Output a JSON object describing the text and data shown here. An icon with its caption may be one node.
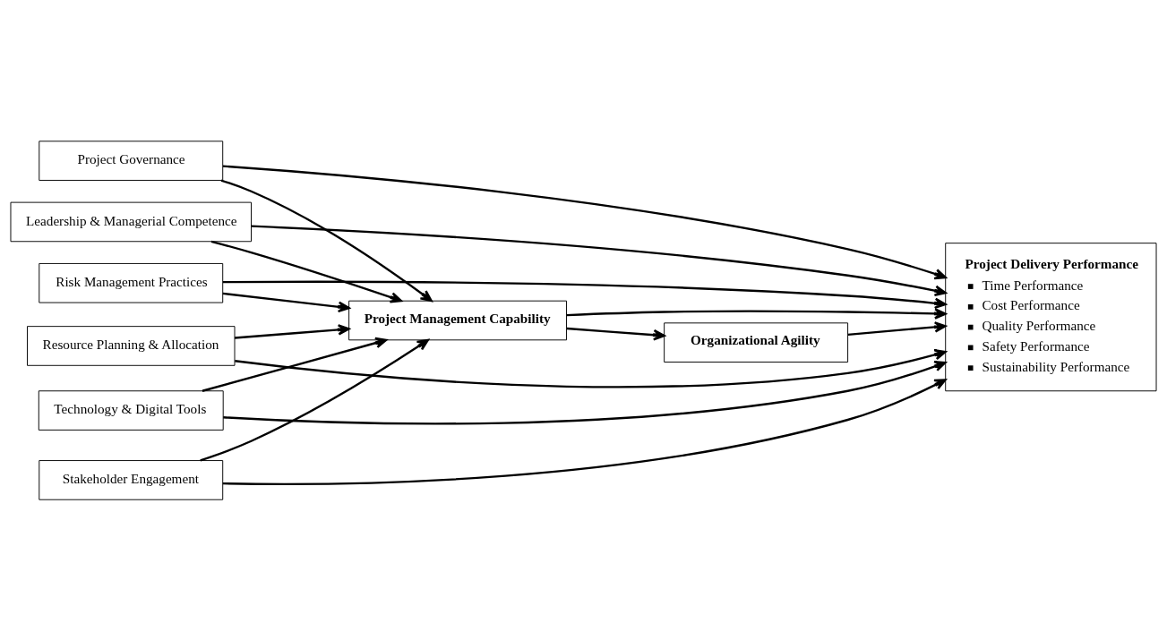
{
  "diagram": {
    "nodes": [
      {
        "text": [
          "Project Governance"
        ]
      },
      {
        "text": [
          "Leadership & Managerial Competence"
        ]
      },
      {
        "text": [
          "Risk Management Practices"
        ]
      },
      {
        "text": [
          "Resource Planning & Allocation"
        ]
      },
      {
        "text": [
          "Technology & Digital Tools"
        ]
      },
      {
        "text": [
          "Stakeholder Engagement"
        ]
      },
      {
        "text": [
          "Project Management Capability"
        ]
      },
      {
        "text": [
          "Project Delivery Performance",
          "Time Performance",
          "Cost Performance",
          "Quality Performance",
          "Safety Performance",
          "Sustainability Performance"
        ]
      },
      {
        "text": [
          "Organizational Agility"
        ]
      }
    ],
    "edges": [
      {
        "from": 0,
        "to": 6,
        "arrow": "to"
      },
      {
        "from": 0,
        "to": 7,
        "arrow": "to"
      },
      {
        "from": 1,
        "to": 6,
        "arrow": "to"
      },
      {
        "from": 1,
        "to": 7,
        "arrow": "to"
      },
      {
        "from": 2,
        "to": 6,
        "arrow": "to"
      },
      {
        "from": 2,
        "to": 7,
        "arrow": "to"
      },
      {
        "from": 3,
        "to": 6,
        "arrow": "to"
      },
      {
        "from": 3,
        "to": 7,
        "arrow": "to"
      },
      {
        "from": 4,
        "to": 6,
        "arrow": "to"
      },
      {
        "from": 4,
        "to": 7,
        "arrow": "to"
      },
      {
        "from": 5,
        "to": 6,
        "arrow": "to"
      },
      {
        "from": 5,
        "to": 7,
        "arrow": "to"
      },
      {
        "from": 6,
        "to": 7,
        "arrow": "to"
      },
      {
        "from": 6,
        "to": 8,
        "arrow": "to"
      },
      {
        "from": 8,
        "to": 7,
        "arrow": "to"
      }
    ]
  }
}
